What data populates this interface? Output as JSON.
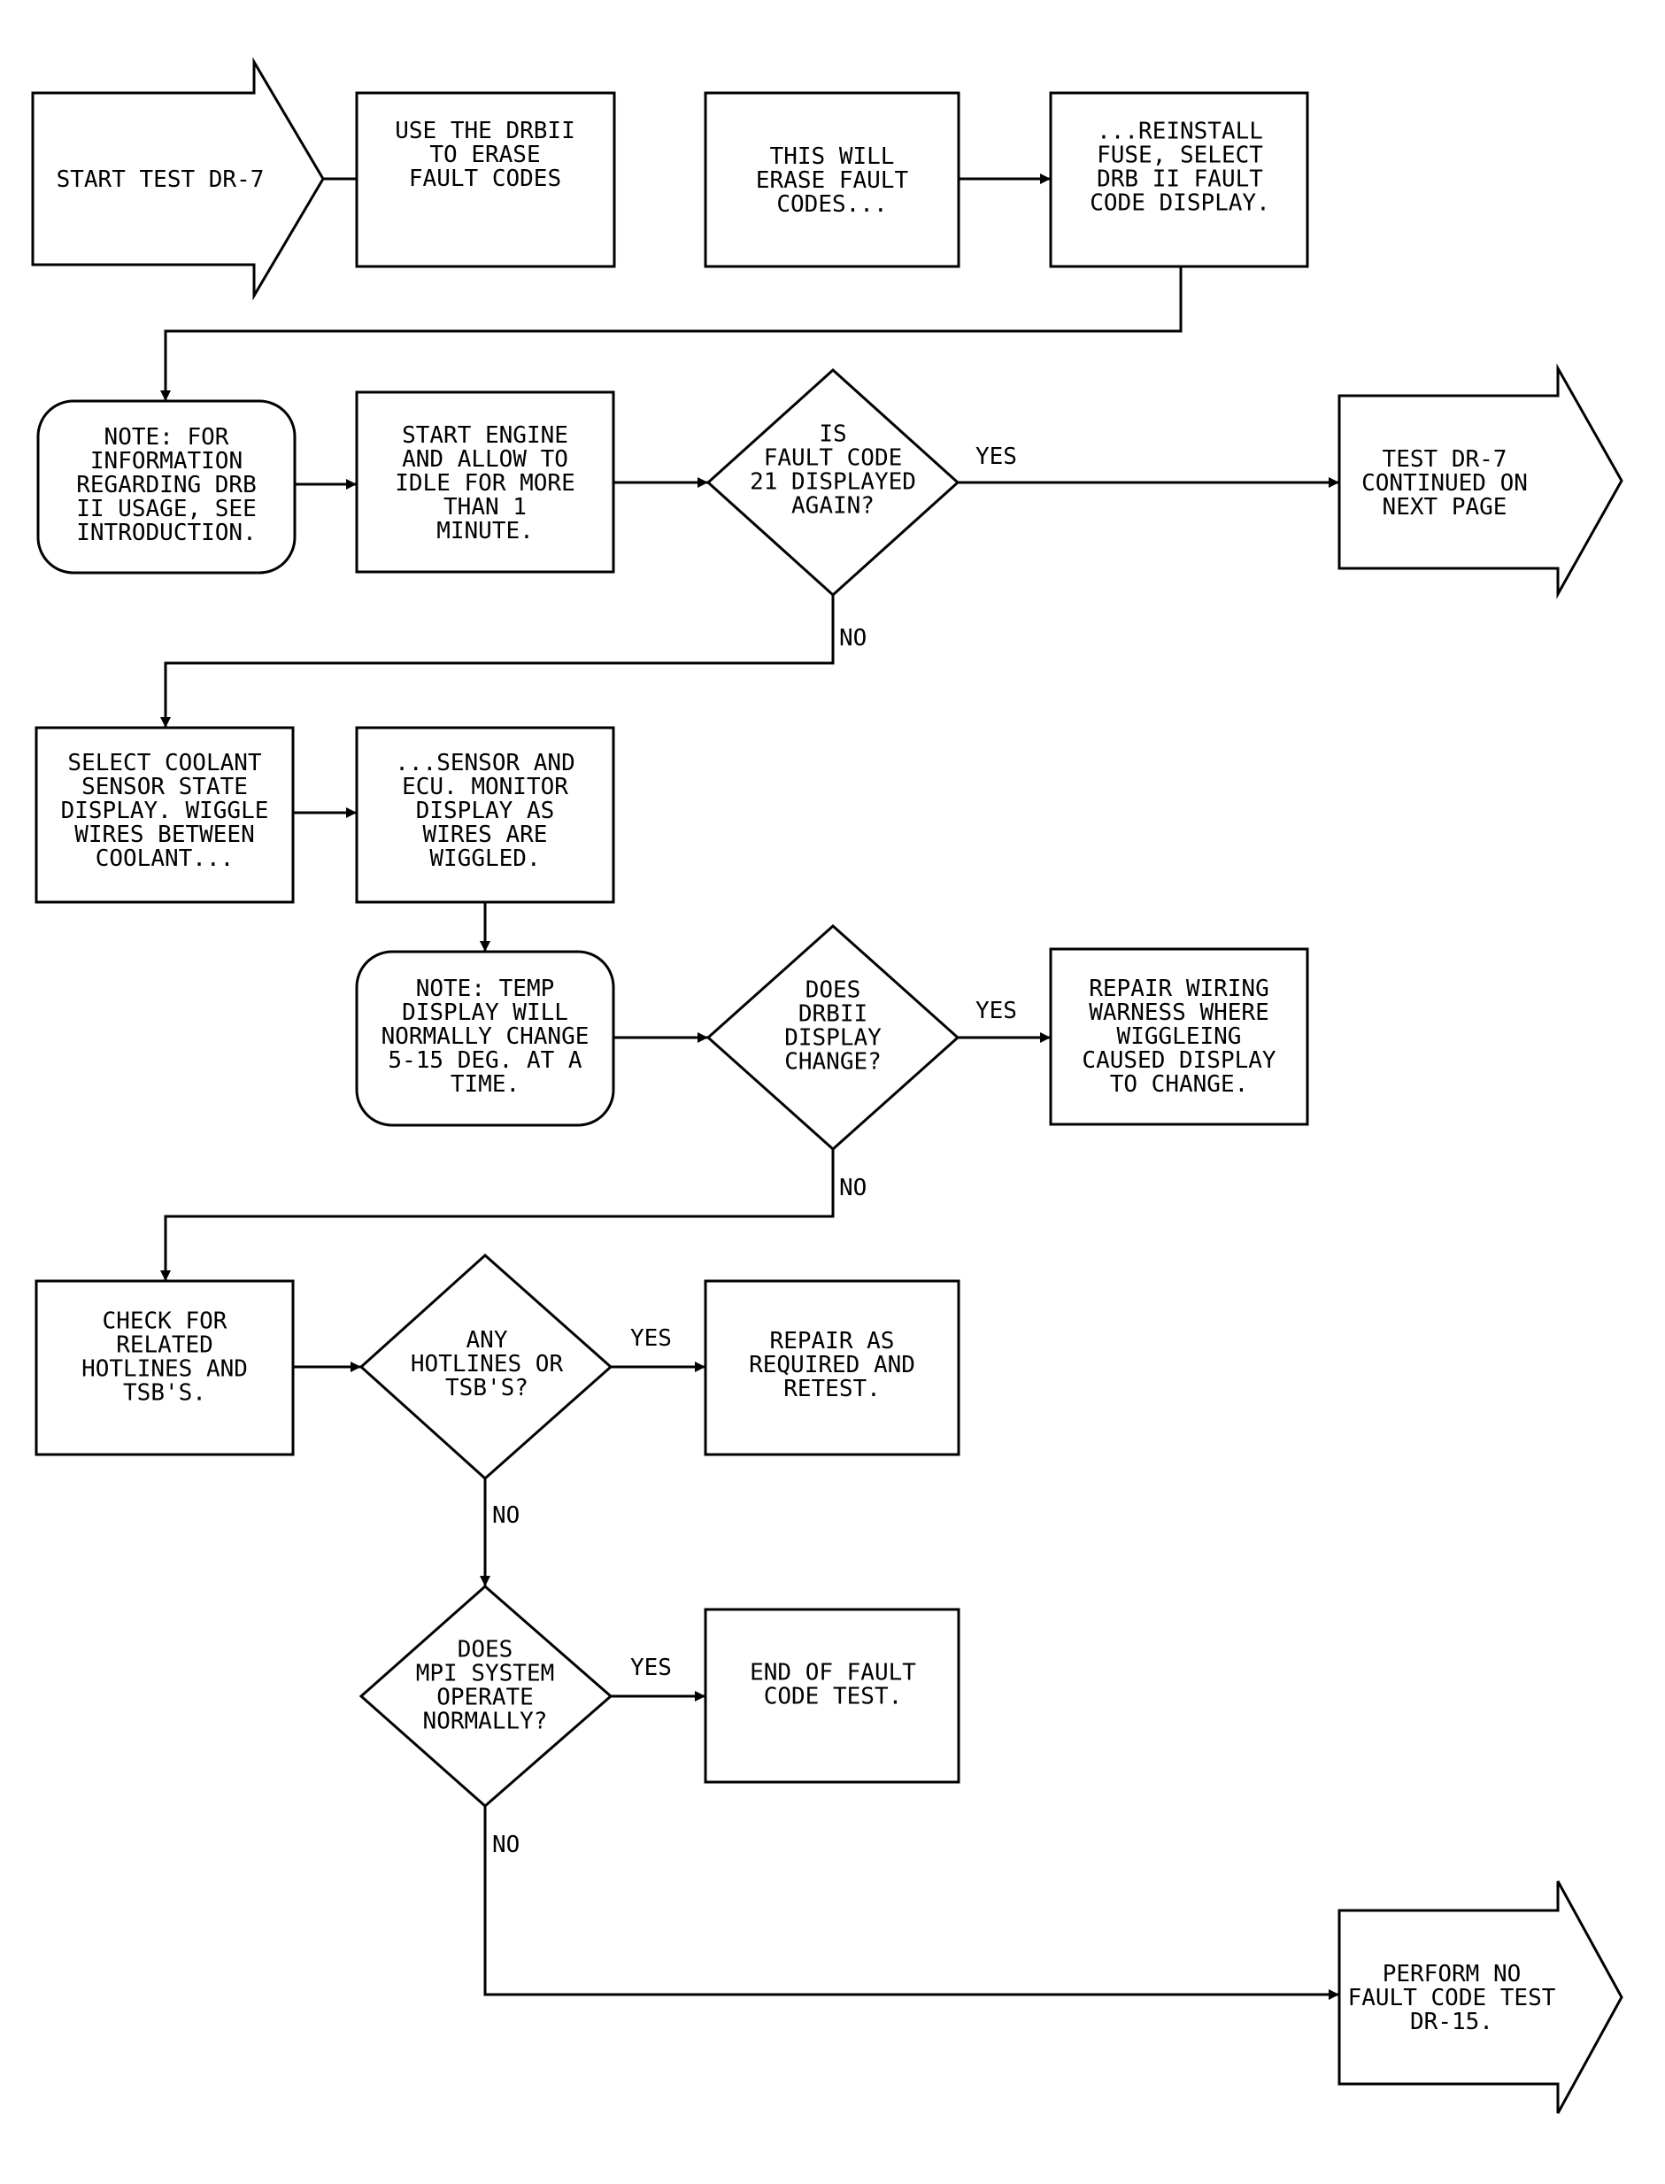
{
  "nodes": {
    "start": [
      "START TEST DR-7"
    ],
    "use_drbii": [
      "USE THE DRBII",
      "TO ERASE",
      "FAULT CODES"
    ],
    "this_will_erase": [
      "THIS WILL",
      "ERASE FAULT",
      "CODES..."
    ],
    "reinstall_fuse": [
      "...REINSTALL",
      "FUSE, SELECT",
      "DRB II FAULT",
      "CODE DISPLAY."
    ],
    "note_drb": [
      "NOTE: FOR",
      "INFORMATION",
      "REGARDING DRB",
      "II USAGE, SEE",
      "INTRODUCTION."
    ],
    "start_engine": [
      "START ENGINE",
      "AND ALLOW TO",
      "IDLE FOR MORE",
      "THAN 1",
      "MINUTE."
    ],
    "is_code_21": [
      "IS",
      "FAULT CODE",
      "21 DISPLAYED",
      "AGAIN?"
    ],
    "continued": [
      "TEST DR-7",
      "CONTINUED ON",
      "NEXT PAGE"
    ],
    "select_coolant": [
      "SELECT COOLANT",
      "SENSOR STATE",
      "DISPLAY. WIGGLE",
      "WIRES BETWEEN",
      "COOLANT..."
    ],
    "sensor_ecu": [
      "...SENSOR AND",
      "ECU. MONITOR",
      "DISPLAY AS",
      "WIRES ARE",
      "WIGGLED."
    ],
    "note_temp": [
      "NOTE: TEMP",
      "DISPLAY WILL",
      "NORMALLY CHANGE",
      "5-15 DEG. AT A",
      "TIME."
    ],
    "does_drbii_change": [
      "DOES",
      "DRBII",
      "DISPLAY",
      "CHANGE?"
    ],
    "repair_wiring": [
      "REPAIR WIRING",
      "WARNESS WHERE",
      "WIGGLEING",
      "CAUSED DISPLAY",
      "TO CHANGE."
    ],
    "check_hotlines": [
      "CHECK FOR",
      "RELATED",
      "HOTLINES AND",
      "TSB'S."
    ],
    "any_hotlines": [
      "ANY",
      "HOTLINES OR",
      "TSB'S?"
    ],
    "repair_as_required": [
      "REPAIR AS",
      "REQUIRED AND",
      "RETEST."
    ],
    "mpi_normal": [
      "DOES",
      "MPI SYSTEM",
      "OPERATE",
      "NORMALLY?"
    ],
    "end_test": [
      "END OF FAULT",
      "CODE TEST."
    ],
    "perform_no_fault": [
      "PERFORM NO",
      "FAULT CODE TEST",
      "DR-15."
    ]
  },
  "edge_labels": {
    "yes": "YES",
    "no": "NO"
  }
}
